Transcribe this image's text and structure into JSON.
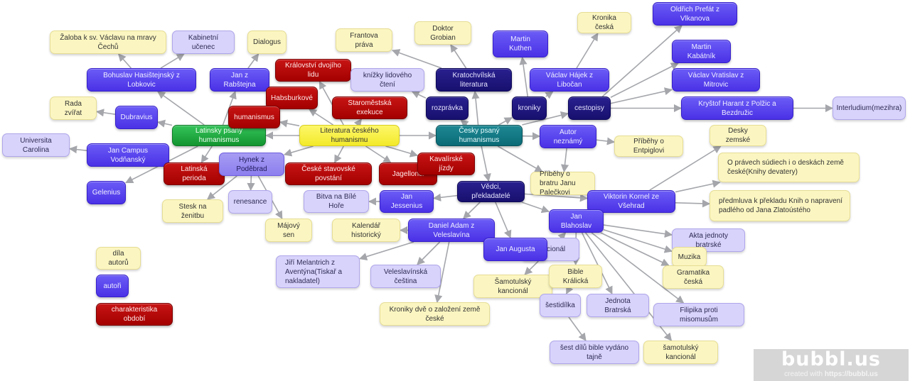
{
  "app": {
    "brand": "bubbl.us",
    "credit_prefix": "created with",
    "credit_link": "https://bubbl.us"
  },
  "colors": {
    "edge": "#a4a6ab",
    "root": "#f3ea2a",
    "latin_branch": "#12952f",
    "czech_branch": "#0b6b76",
    "author": "#4a31e6",
    "category": "#18106e",
    "period_characteristic": "#a40000",
    "work": "#fbf6c1",
    "work_secondary": "#d8d3fb"
  },
  "legend": [
    {
      "id": "legend-works",
      "label": "díla autorů",
      "type": "work"
    },
    {
      "id": "legend-authors",
      "label": "autoři",
      "type": "author"
    },
    {
      "id": "legend-characteristics",
      "label": "charakteristika období",
      "type": "red"
    }
  ],
  "nodes": [
    {
      "id": "root",
      "label": "Literatura českého humanismu",
      "type": "yellow"
    },
    {
      "id": "latin",
      "label": "Latinsky psaný humanismus",
      "type": "green"
    },
    {
      "id": "czech",
      "label": "Česky psaný humanismus",
      "type": "teal"
    },
    {
      "id": "zaloba",
      "label": "Žaloba k sv. Václavu na mravy Čechů",
      "type": "work"
    },
    {
      "id": "kabinetni",
      "label": "Kabinetní učenec",
      "type": "work2"
    },
    {
      "id": "dialogus",
      "label": "Dialogus",
      "type": "work"
    },
    {
      "id": "bohuslav",
      "label": "Bohuslav Hasištejnský z Lobkovic",
      "type": "author"
    },
    {
      "id": "rabstejn",
      "label": "Jan z Rabštejna",
      "type": "author"
    },
    {
      "id": "rada",
      "label": "Rada zvířat",
      "type": "work"
    },
    {
      "id": "dubravius",
      "label": "Dubravius",
      "type": "author"
    },
    {
      "id": "carolina",
      "label": "Universita Carolina",
      "type": "work2"
    },
    {
      "id": "campus",
      "label": "Jan Campus Vodňanský",
      "type": "author"
    },
    {
      "id": "gelenius",
      "label": "Gelenius",
      "type": "author"
    },
    {
      "id": "latperioda",
      "label": "Latinská perioda",
      "type": "red"
    },
    {
      "id": "hynek",
      "label": "Hynek z Poděbrad",
      "type": "author2"
    },
    {
      "id": "stesk",
      "label": "Stesk na ženitbu",
      "type": "work"
    },
    {
      "id": "renesance",
      "label": "renesance",
      "type": "work2"
    },
    {
      "id": "majovy",
      "label": "Májový sen",
      "type": "work"
    },
    {
      "id": "kralovstvi",
      "label": "Království dvojího lidu",
      "type": "red"
    },
    {
      "id": "habsburkove",
      "label": "Habsburkové",
      "type": "red"
    },
    {
      "id": "humanismus",
      "label": "humanismus",
      "type": "red"
    },
    {
      "id": "staromestska",
      "label": "Staroměstská exekuce",
      "type": "red"
    },
    {
      "id": "stavovske",
      "label": "České stavovské povstání",
      "type": "red"
    },
    {
      "id": "jagellonci",
      "label": "Jagellonci",
      "type": "red"
    },
    {
      "id": "kavalirske",
      "label": "Kavalírské jízdy",
      "type": "red"
    },
    {
      "id": "frantova",
      "label": "Frantova práva",
      "type": "work"
    },
    {
      "id": "grobian",
      "label": "Doktor Grobian",
      "type": "work"
    },
    {
      "id": "knizky",
      "label": "knížky lidového čtení",
      "type": "work2"
    },
    {
      "id": "kratochvilska",
      "label": "Kratochvílská literatura",
      "type": "dark"
    },
    {
      "id": "rozpravka",
      "label": "rozprávka",
      "type": "dark"
    },
    {
      "id": "kuthen",
      "label": "Martin Kuthen",
      "type": "author"
    },
    {
      "id": "kronika",
      "label": "Kronika česká",
      "type": "work"
    },
    {
      "id": "hajek",
      "label": "Václav Hájek z Libočan",
      "type": "author"
    },
    {
      "id": "kroniky",
      "label": "kroniky",
      "type": "dark"
    },
    {
      "id": "cestopisy",
      "label": "cestopisy",
      "type": "dark"
    },
    {
      "id": "prefat",
      "label": "Oldřich Prefát z Vlkanova",
      "type": "author"
    },
    {
      "id": "kabatnik",
      "label": "Martin Kabátník",
      "type": "author"
    },
    {
      "id": "vratislav",
      "label": "Václav Vratislav z Mitrovic",
      "type": "author"
    },
    {
      "id": "harant",
      "label": "Kryštof Harant z Polžic a Bezdružic",
      "type": "author"
    },
    {
      "id": "interludium",
      "label": "Interludium(mezihra)",
      "type": "work2"
    },
    {
      "id": "neznamy",
      "label": "Autor neznámý",
      "type": "author"
    },
    {
      "id": "entpiglovi",
      "label": "Příběhy o Entpiglovi",
      "type": "work"
    },
    {
      "id": "paleckovi",
      "label": "Příběhy o bratru Janu Palečkovi",
      "type": "work"
    },
    {
      "id": "vedci",
      "label": "Vědci, překladatelé",
      "type": "dark"
    },
    {
      "id": "kornel",
      "label": "Viktorin Kornel ze Všehrad",
      "type": "author"
    },
    {
      "id": "desky",
      "label": "Desky zemské",
      "type": "work"
    },
    {
      "id": "pravech",
      "label": "O právech súdiech i o deskách země české(Knihy devatery)",
      "type": "work"
    },
    {
      "id": "predmluva",
      "label": "předmluva k překladu Knih o napravení padlého od Jana Zlatoústého",
      "type": "work"
    },
    {
      "id": "jessenius",
      "label": "Jan Jessenius",
      "type": "author"
    },
    {
      "id": "bitva",
      "label": "Bitva na Bílé Hoře",
      "type": "work2"
    },
    {
      "id": "kalendar",
      "label": "Kalendář historický",
      "type": "work"
    },
    {
      "id": "veleslavin",
      "label": "Daniel Adam z Veleslavína",
      "type": "author"
    },
    {
      "id": "melantrich",
      "label": "Jiří Melantrich z Aventýna(Tiskař a nakladatel)",
      "type": "work2"
    },
    {
      "id": "veleslavinska",
      "label": "Veleslavínská čeština",
      "type": "work2"
    },
    {
      "id": "kronikydve",
      "label": "Kroniky dvě o založení země české",
      "type": "work"
    },
    {
      "id": "kancional",
      "label": "kancionál",
      "type": "work2"
    },
    {
      "id": "augusta",
      "label": "Jan Augusta",
      "type": "author"
    },
    {
      "id": "samotulsky1",
      "label": "Šamotulský kancionál",
      "type": "work"
    },
    {
      "id": "blahoslav",
      "label": "Jan Blahoslav",
      "type": "author"
    },
    {
      "id": "bible",
      "label": "Bible Králická",
      "type": "work"
    },
    {
      "id": "sestidilka",
      "label": "šestidílka",
      "type": "work2"
    },
    {
      "id": "sestdilu",
      "label": "šest dílů bible vydáno tajně",
      "type": "work2"
    },
    {
      "id": "jednota",
      "label": "Jednota Bratrská",
      "type": "work2"
    },
    {
      "id": "samotulsky2",
      "label": "šamotulský kancionál",
      "type": "work"
    },
    {
      "id": "akta",
      "label": "Akta jednoty bratrské",
      "type": "work2"
    },
    {
      "id": "muzika",
      "label": "Muzika",
      "type": "work"
    },
    {
      "id": "gramatika",
      "label": "Gramatika česká",
      "type": "work"
    },
    {
      "id": "filipika",
      "label": "Filipika proti misomusům",
      "type": "work2"
    }
  ],
  "edges": [
    [
      "root",
      "latin"
    ],
    [
      "root",
      "czech"
    ],
    [
      "root",
      "humanismus"
    ],
    [
      "root",
      "habsburkove"
    ],
    [
      "root",
      "kralovstvi"
    ],
    [
      "root",
      "staromestska"
    ],
    [
      "root",
      "hynek"
    ],
    [
      "root",
      "stavovske"
    ],
    [
      "root",
      "jagellonci"
    ],
    [
      "root",
      "kavalirske"
    ],
    [
      "latin",
      "bohuslav"
    ],
    [
      "latin",
      "rabstejn"
    ],
    [
      "latin",
      "dubravius"
    ],
    [
      "latin",
      "gelenius"
    ],
    [
      "latin",
      "latperioda"
    ],
    [
      "bohuslav",
      "zaloba"
    ],
    [
      "bohuslav",
      "kabinetni"
    ],
    [
      "rabstejn",
      "dialogus"
    ],
    [
      "dubravius",
      "rada"
    ],
    [
      "campus",
      "carolina"
    ],
    [
      "hynek",
      "stesk"
    ],
    [
      "hynek",
      "renesance"
    ],
    [
      "hynek",
      "majovy"
    ],
    [
      "czech",
      "kratochvilska"
    ],
    [
      "czech",
      "rozpravka"
    ],
    [
      "czech",
      "kroniky"
    ],
    [
      "czech",
      "cestopisy"
    ],
    [
      "czech",
      "neznamy"
    ],
    [
      "czech",
      "vedci"
    ],
    [
      "czech",
      "paleckovi"
    ],
    [
      "kratochvilska",
      "frantova"
    ],
    [
      "kratochvilska",
      "grobian"
    ],
    [
      "rozpravka",
      "knizky"
    ],
    [
      "kroniky",
      "kuthen"
    ],
    [
      "kroniky",
      "hajek"
    ],
    [
      "hajek",
      "kronika"
    ],
    [
      "cestopisy",
      "prefat"
    ],
    [
      "cestopisy",
      "kabatnik"
    ],
    [
      "cestopisy",
      "vratislav"
    ],
    [
      "cestopisy",
      "harant"
    ],
    [
      "harant",
      "interludium"
    ],
    [
      "neznamy",
      "entpiglovi"
    ],
    [
      "neznamy",
      "paleckovi"
    ],
    [
      "vedci",
      "jessenius"
    ],
    [
      "vedci",
      "veleslavin"
    ],
    [
      "vedci",
      "kornel"
    ],
    [
      "vedci",
      "blahoslav"
    ],
    [
      "vedci",
      "augusta"
    ],
    [
      "jessenius",
      "bitva"
    ],
    [
      "kornel",
      "desky"
    ],
    [
      "kornel",
      "pravech"
    ],
    [
      "kornel",
      "predmluva"
    ],
    [
      "veleslavin",
      "kalendar"
    ],
    [
      "veleslavin",
      "melantrich"
    ],
    [
      "veleslavin",
      "veleslavinska"
    ],
    [
      "veleslavin",
      "kronikydve"
    ],
    [
      "kancional",
      "samotulsky1"
    ],
    [
      "kancional",
      "blahoslav"
    ],
    [
      "blahoslav",
      "bible"
    ],
    [
      "blahoslav",
      "jednota"
    ],
    [
      "blahoslav",
      "filipika"
    ],
    [
      "blahoslav",
      "akta"
    ],
    [
      "blahoslav",
      "muzika"
    ],
    [
      "blahoslav",
      "gramatika"
    ],
    [
      "blahoslav",
      "samotulsky2"
    ],
    [
      "bible",
      "sestidilka"
    ],
    [
      "sestidilka",
      "sestdilu"
    ]
  ]
}
